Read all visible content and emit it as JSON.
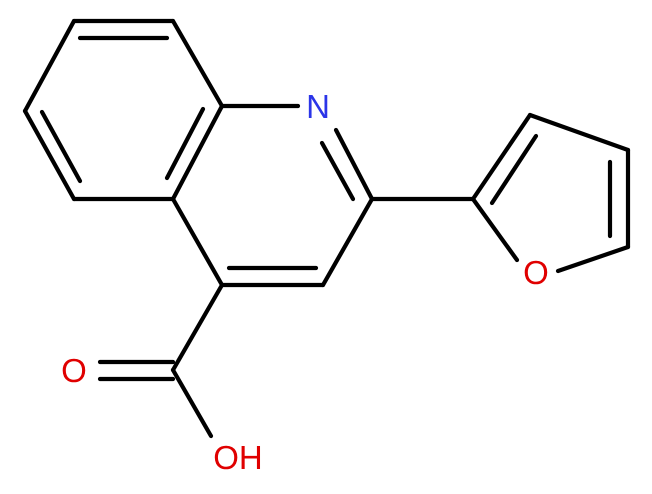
{
  "molecule": {
    "atoms": {
      "N": {
        "label": "N",
        "color": "#2b35e8"
      },
      "O_furan": {
        "label": "O",
        "color": "#e00000"
      },
      "O_carbonyl": {
        "label": "O",
        "color": "#e00000"
      },
      "OH": {
        "label": "OH",
        "color": "#e00000"
      }
    },
    "bond_color": "#000000",
    "background": "#ffffff"
  }
}
